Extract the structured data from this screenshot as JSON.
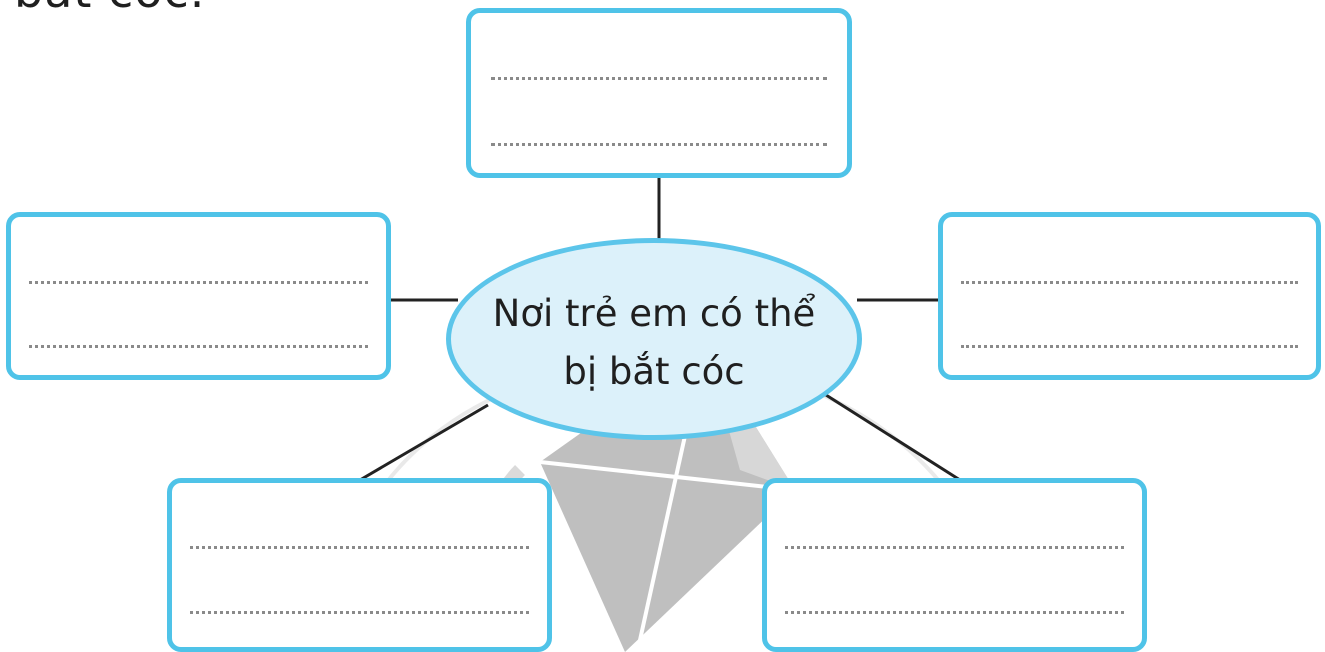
{
  "heading_fragment": "bắt cóc.",
  "center_node": {
    "text": "Nơi trẻ em có thể bị bắt cóc"
  },
  "answer_boxes": [
    {
      "position": "top",
      "lines": 2
    },
    {
      "position": "left",
      "lines": 2
    },
    {
      "position": "right",
      "lines": 2
    },
    {
      "position": "bottom-left",
      "lines": 2
    },
    {
      "position": "bottom-right",
      "lines": 2
    }
  ],
  "colors": {
    "box_border": "#4fc3e8",
    "hub_fill": "#dcf1fa",
    "hub_border": "#5cc5ea",
    "connector": "#222222",
    "kite_watermark": "#9e9e9e"
  },
  "icons": [
    "kite-watermark"
  ]
}
